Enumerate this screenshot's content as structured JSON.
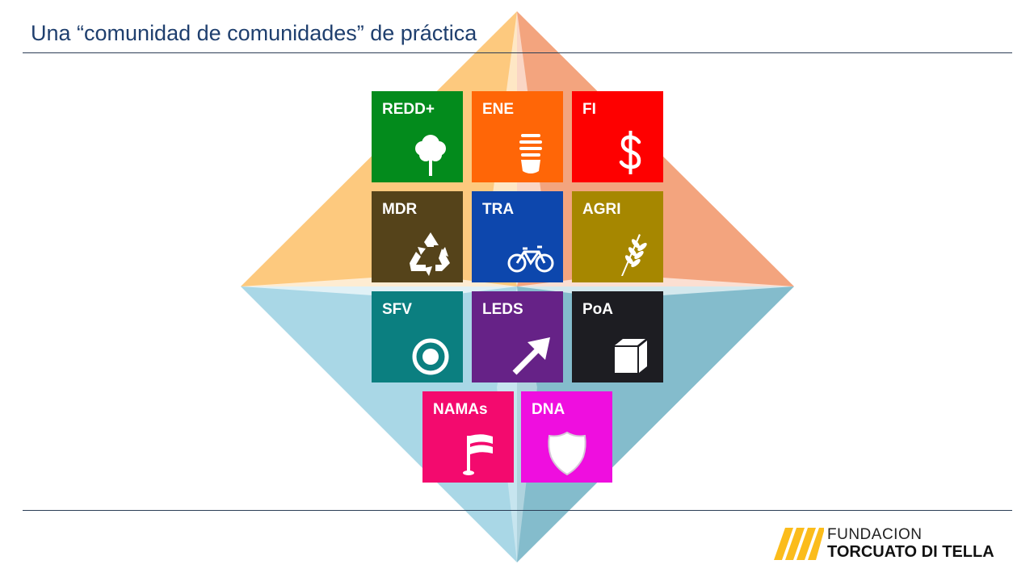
{
  "slide": {
    "title": "Una “comunidad de comunidades” de práctica"
  },
  "colors": {
    "title": "#1f3f6e",
    "rule": "#2b3d55",
    "diamond_top_left": "#fdc97e",
    "diamond_top_right": "#f3a47e",
    "diamond_bottom_left": "#a9d7e6",
    "diamond_bottom_right": "#84bccc"
  },
  "tiles": [
    {
      "label": "REDD+",
      "color": "#038b1c",
      "icon": "tree-icon"
    },
    {
      "label": "ENE",
      "color": "#ff6607",
      "icon": "lightbulb-icon"
    },
    {
      "label": "FI",
      "color": "#fe0000",
      "icon": "dollar-icon"
    },
    {
      "label": "MDR",
      "color": "#55431a",
      "icon": "recycle-icon"
    },
    {
      "label": "TRA",
      "color": "#0d47ad",
      "icon": "bicycle-icon"
    },
    {
      "label": "AGRI",
      "color": "#a68700",
      "icon": "wheat-icon"
    },
    {
      "label": "SFV",
      "color": "#0b7f80",
      "icon": "target-icon"
    },
    {
      "label": "LEDS",
      "color": "#662287",
      "icon": "arrow-up-right-icon"
    },
    {
      "label": "PoA",
      "color": "#1d1d22",
      "icon": "box-icon"
    },
    {
      "label": "NAMAs",
      "color": "#f30a6e",
      "icon": "flag-icon"
    },
    {
      "label": "DNA",
      "color": "#ef0edf",
      "icon": "shield-icon"
    }
  ],
  "logo": {
    "line1": "FUNDACION",
    "line2": "TORCUATO DI TELLA",
    "color": "#fbbc1b"
  }
}
